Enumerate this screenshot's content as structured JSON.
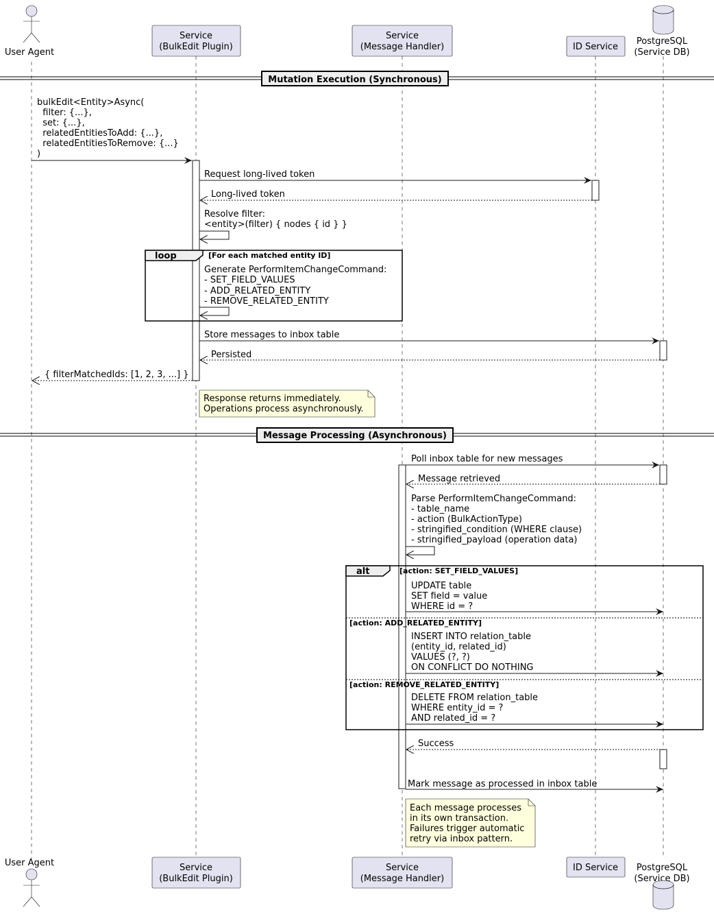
{
  "participants": {
    "user_agent": "User Agent",
    "bulkedit": [
      "Service",
      "(BulkEdit Plugin)"
    ],
    "handler": [
      "Service",
      "(Message Handler)"
    ],
    "id_service": "ID Service",
    "postgres": [
      "PostgreSQL",
      "(Service DB)"
    ]
  },
  "dividers": {
    "sync": "Mutation Execution (Synchronous)",
    "async": "Message Processing (Asynchronous)"
  },
  "messages": {
    "bulk_edit_call": [
      "bulkEdit<Entity>Async(",
      "  filter: {...},",
      "  set: {...},",
      "  relatedEntitiesToAdd: {...},",
      "  relatedEntitiesToRemove: {...}",
      ")"
    ],
    "request_token": "Request long-lived token",
    "token_return": "Long-lived token",
    "resolve_filter": [
      "Resolve filter:",
      "<entity>(filter) { nodes { id } }"
    ],
    "generate_command": [
      "Generate PerformItemChangeCommand:",
      "- SET_FIELD_VALUES",
      "- ADD_RELATED_ENTITY",
      "- REMOVE_RELATED_ENTITY"
    ],
    "store_messages": "Store messages to inbox table",
    "persisted": "Persisted",
    "filter_result": "{ filterMatchedIds: [1, 2, 3, ...] }",
    "poll_inbox": "Poll inbox table for new messages",
    "message_retrieved": "Message retrieved",
    "parse_command": [
      "Parse PerformItemChangeCommand:",
      "- table_name",
      "- action (BulkActionType)",
      "- stringified_condition (WHERE clause)",
      "- stringified_payload (operation data)"
    ],
    "update_sql": [
      "UPDATE table",
      "SET field = value",
      "WHERE id = ?"
    ],
    "insert_sql": [
      "INSERT INTO relation_table",
      "(entity_id, related_id)",
      "VALUES (?, ?)",
      "ON CONFLICT DO NOTHING"
    ],
    "delete_sql": [
      "DELETE FROM relation_table",
      "WHERE entity_id = ?",
      "AND related_id = ?"
    ],
    "success": "Success",
    "mark_processed": "Mark message as processed in inbox table"
  },
  "fragments": {
    "loop_label": "loop",
    "loop_condition": "[For each matched entity ID]",
    "alt_label": "alt",
    "alt_cond_1": "[action: SET_FIELD_VALUES]",
    "alt_cond_2": "[action: ADD_RELATED_ENTITY]",
    "alt_cond_3": "[action: REMOVE_RELATED_ENTITY]"
  },
  "notes": {
    "response_note": [
      "Response returns immediately.",
      "Operations process asynchronously."
    ],
    "transaction_note": [
      "Each message processes",
      "in its own transaction.",
      "Failures trigger automatic",
      "retry via inbox pattern."
    ]
  },
  "colors": {
    "participant_fill": "#E2E2F0",
    "note_fill": "#FEFFDD",
    "line": "#181818"
  }
}
